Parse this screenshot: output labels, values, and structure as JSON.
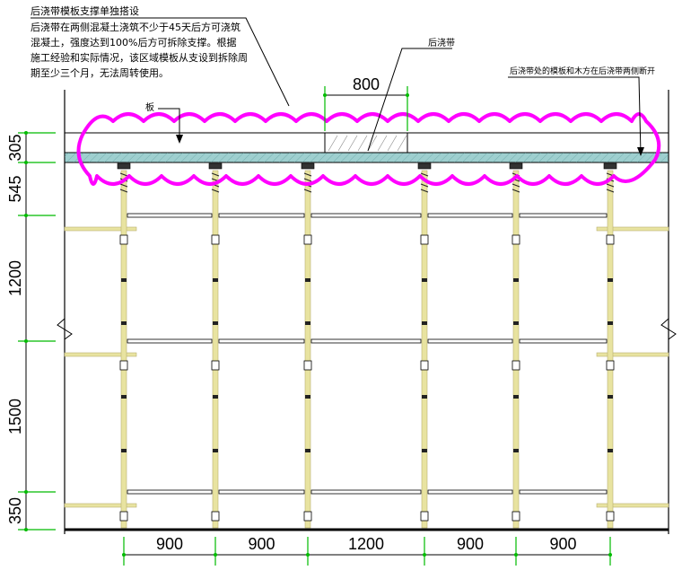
{
  "notes": {
    "title": "后浇带模板支撑单独搭设",
    "body_lines": [
      "后浇带在两侧混凝土浇筑不少于45天后方可浇筑",
      "混凝土，强度达到100%后方可拆除支撑。根据",
      "施工经验和实际情况，该区域模板从支设到拆除周",
      "期至少三个月，无法周转使用。"
    ],
    "post_pour_strip": "后浇带",
    "slab": "板",
    "formwork_note": "后浇带处的模板和木方在后浇带两侧断开"
  },
  "dims": {
    "strip_width": "800",
    "vertical": [
      "305",
      "545",
      "1200",
      "1500",
      "350"
    ],
    "horizontal": [
      "900",
      "900",
      "1200",
      "900",
      "900"
    ]
  },
  "colors": {
    "cloud": "#ff00ff",
    "slab_fill": "#9ecfcf",
    "pole": "#e8e3a0",
    "dim_tick": "#00bb00",
    "line": "#000000"
  }
}
